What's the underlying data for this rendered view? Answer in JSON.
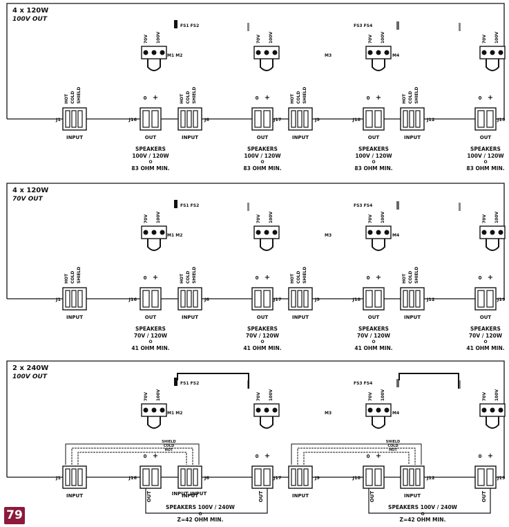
{
  "labels": {
    "hot": "HOT",
    "cold": "COLD",
    "shield": "SHIELD",
    "input": "INPUT",
    "out": "OUT",
    "zero": "0",
    "plus": "+",
    "v70": "70V",
    "v100": "100V",
    "m1m2": "M1 M2",
    "m3": "M3",
    "m4": "M4",
    "fs1fs2": "FS1 FS2",
    "fs3fs4": "FS3 FS4",
    "speakers": "SPEAKERS",
    "o": "O",
    "j1": "J1",
    "j6": "J6",
    "j9": "J9",
    "j12": "J12",
    "j16": "J16",
    "j17": "J17",
    "j18": "J18",
    "j19": "J19",
    "input_input": "INPUT INPUT"
  },
  "panels": [
    {
      "title": "4 x 120W",
      "subtitle": "100V OUT",
      "rating": "100V / 120W",
      "impedance": "83 OHM MIN."
    },
    {
      "title": "4 x 120W",
      "subtitle": "70V OUT",
      "rating": "70V / 120W",
      "impedance": "41 OHM MIN."
    },
    {
      "title": "2 x 240W",
      "subtitle": "100V OUT",
      "rating": "SPEAKERS 100V / 240W",
      "impedance": "Z=42 OHM MIN."
    }
  ],
  "page_number": "79",
  "colors": {
    "ink": "#111111",
    "accent": "#8c1a3c"
  }
}
